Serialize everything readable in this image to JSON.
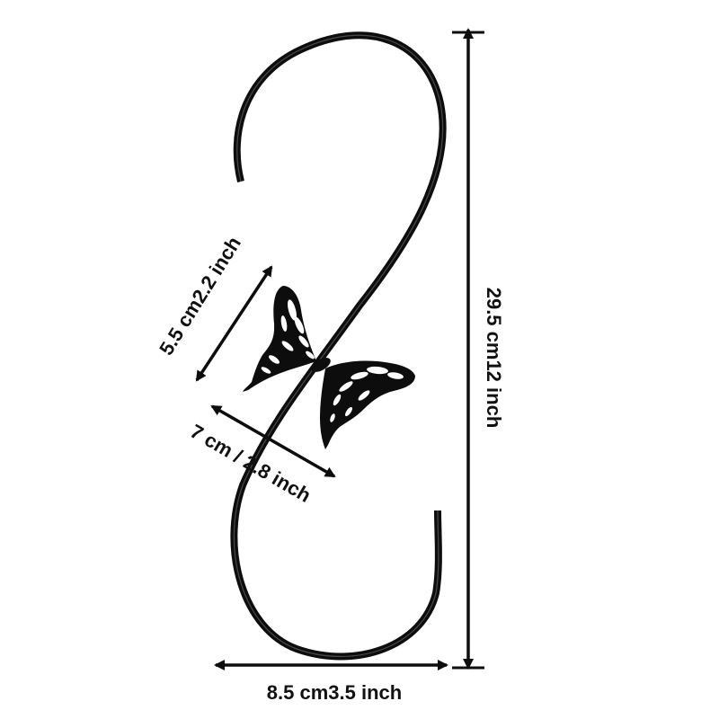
{
  "product": {
    "hook_color": "#0d0d0d",
    "butterfly_color": "#0d0d0d",
    "arrow_color": "#0d0d0d",
    "background": "#ffffff"
  },
  "dimensions": {
    "height_label": "29.5 cm12 inch",
    "width_label": "8.5 cm3.5 inch",
    "butterfly_height_label": "5.5 cm2.2 inch",
    "butterfly_width_label": "7 cm / 2.8 inch"
  }
}
